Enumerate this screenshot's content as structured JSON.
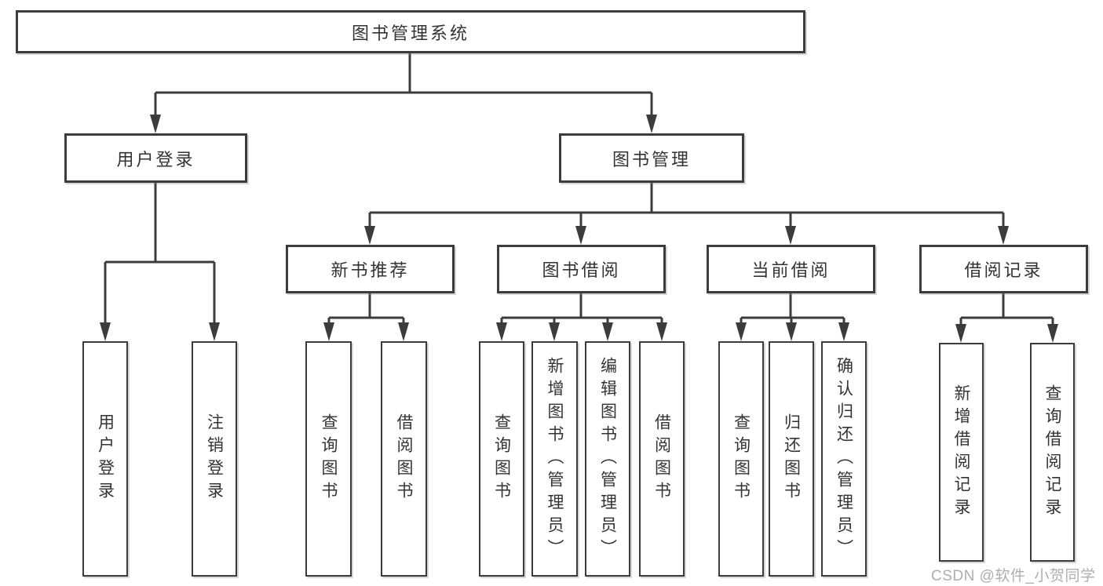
{
  "tree": {
    "label": "图书管理系统",
    "children": [
      {
        "label": "用户登录",
        "children": [
          {
            "label": "用户登录"
          },
          {
            "label": "注销登录"
          }
        ]
      },
      {
        "label": "图书管理",
        "children": [
          {
            "label": "新书推荐",
            "children": [
              {
                "label": "查询图书"
              },
              {
                "label": "借阅图书"
              }
            ]
          },
          {
            "label": "图书借阅",
            "children": [
              {
                "label": "查询图书"
              },
              {
                "label": "新增图书（管理员）"
              },
              {
                "label": "编辑图书（管理员）"
              },
              {
                "label": "借阅图书"
              }
            ]
          },
          {
            "label": "当前借阅",
            "children": [
              {
                "label": "查询图书"
              },
              {
                "label": "归还图书"
              },
              {
                "label": "确认归还（管理员）"
              }
            ]
          },
          {
            "label": "借阅记录",
            "children": [
              {
                "label": "新增借阅记录"
              },
              {
                "label": "查询借阅记录"
              }
            ]
          }
        ]
      }
    ]
  },
  "watermark": {
    "text": "CSDN @软件_小贺同学"
  },
  "colors": {
    "line": "#3c3c3c",
    "border": "#3c3c3c",
    "text": "#333333",
    "watermark": "#a5a5a5",
    "background": "#ffffff"
  }
}
